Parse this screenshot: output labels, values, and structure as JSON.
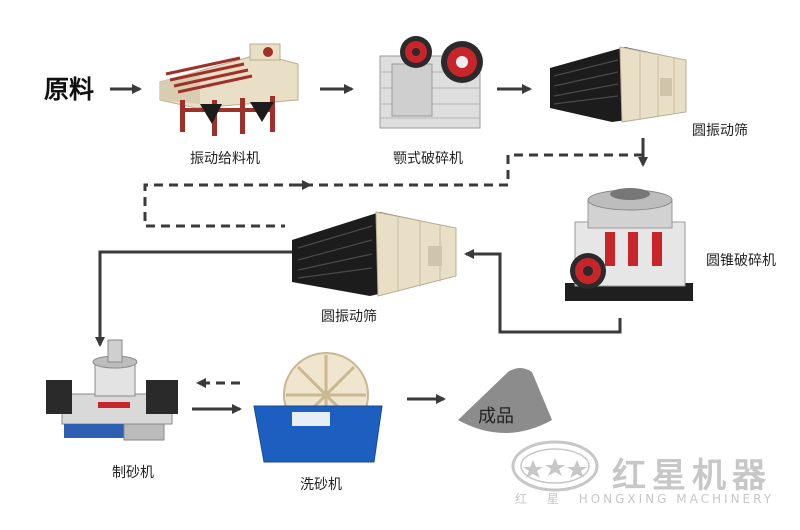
{
  "raw_material": "原料",
  "machines": {
    "vibrating_feeder": "振动给料机",
    "jaw_crusher": "颚式破碎机",
    "vibrating_screen_1": "圆振动筛",
    "cone_crusher": "圆锥破碎机",
    "vibrating_screen_2": "圆振动筛",
    "sand_maker": "制砂机",
    "sand_washer": "洗砂机"
  },
  "product": "成品",
  "brand": {
    "name_cn": "红星机器",
    "sub_cn_1": "红",
    "sub_cn_2": "星",
    "sub_en": "HONGXING MACHINERY"
  },
  "colors": {
    "arrow": "#3a3a3a",
    "frame_red": "#a0302a",
    "panel_cream": "#e9dfc7",
    "screen_black": "#1c1c1c",
    "washer_blue": "#1d5fc1",
    "product_grey": "#8c8c8c",
    "watermark": "#c7c7c7"
  }
}
